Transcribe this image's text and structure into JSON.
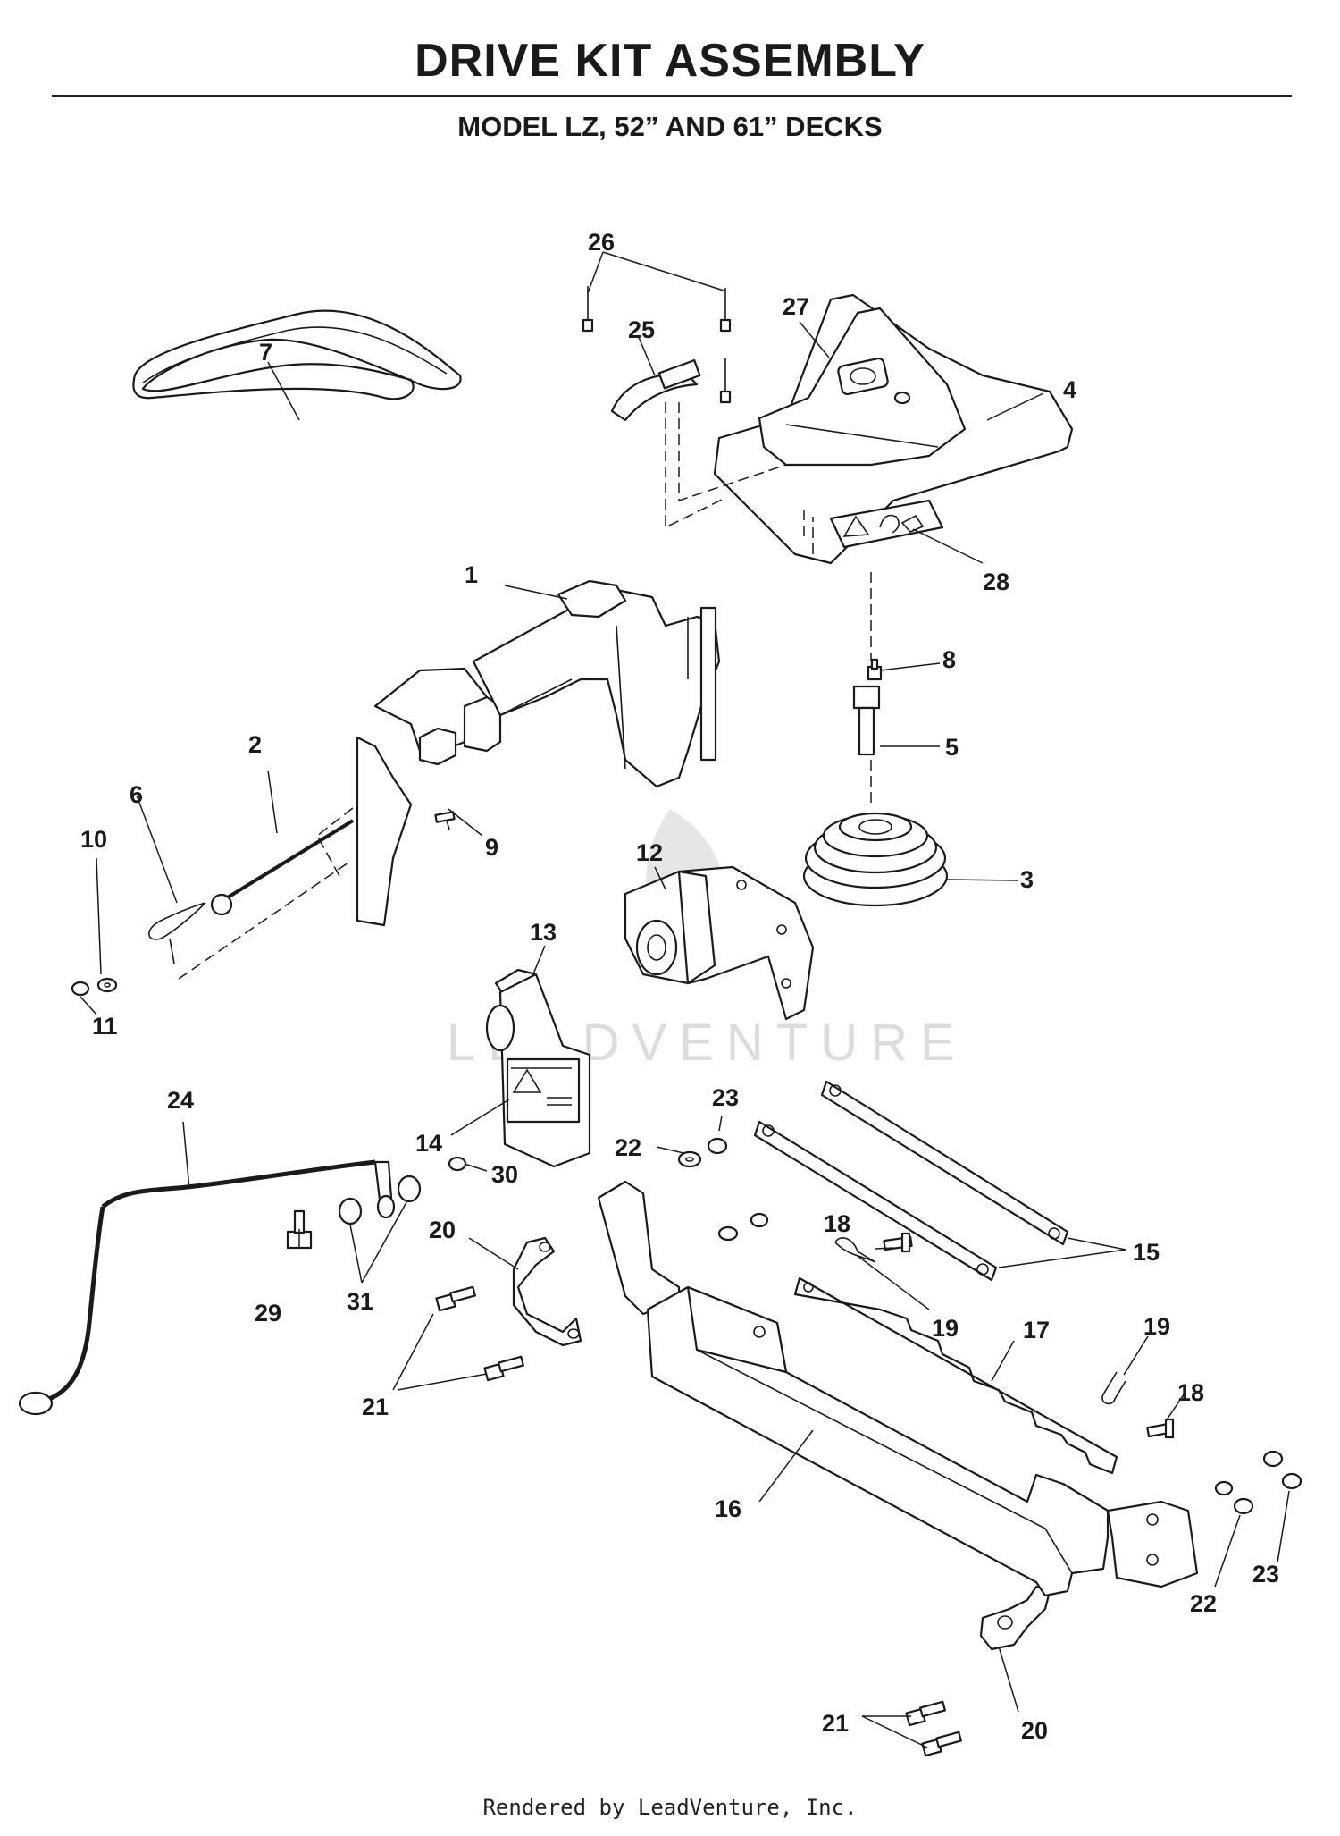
{
  "header": {
    "title": "DRIVE KIT ASSEMBLY",
    "subtitle": "MODEL LZ, 52” AND 61” DECKS"
  },
  "diagram": {
    "callouts": [
      "1",
      "2",
      "3",
      "4",
      "5",
      "6",
      "7",
      "8",
      "9",
      "10",
      "11",
      "12",
      "13",
      "14",
      "15",
      "16",
      "17",
      "18",
      "18",
      "19",
      "19",
      "20",
      "20",
      "21",
      "21",
      "22",
      "22",
      "23",
      "23",
      "24",
      "25",
      "26",
      "27",
      "28",
      "29",
      "30",
      "31"
    ],
    "watermark": "LEADVENTURE"
  },
  "footer": {
    "text": "Rendered by LeadVenture, Inc."
  }
}
